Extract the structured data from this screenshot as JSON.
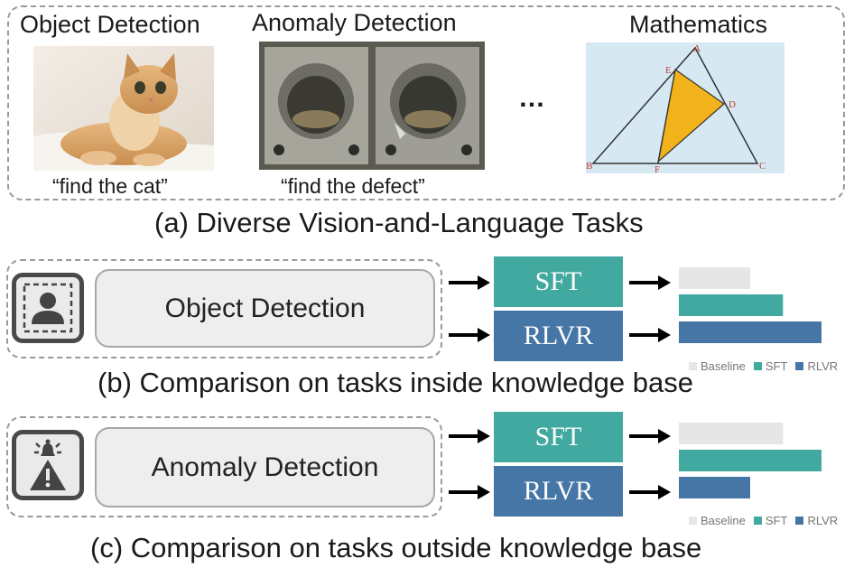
{
  "top_panel": {
    "tasks": [
      {
        "title": "Object Detection",
        "prompt": "“find the cat”"
      },
      {
        "title": "Anomaly Detection",
        "prompt": "“find the defect”"
      },
      {
        "title": "Mathematics",
        "prompt": ""
      }
    ],
    "ellipsis": "…",
    "triangle_labels": {
      "a": "A",
      "b": "B",
      "c": "C",
      "d": "D",
      "e": "E",
      "f": "F"
    },
    "caption": "(a) Diverse Vision-and-Language Tasks"
  },
  "comparison_b": {
    "task_label": "Object Detection",
    "icon": "person-frame-icon",
    "sft_label": "SFT",
    "rlvr_label": "RLVR",
    "caption": "(b) Comparison on tasks inside knowledge base"
  },
  "comparison_c": {
    "task_label": "Anomaly Detection",
    "icon": "alarm-warning-icon",
    "sft_label": "SFT",
    "rlvr_label": "RLVR",
    "caption": "(c) Comparison on tasks outside knowledge base"
  },
  "legend": {
    "baseline": "Baseline",
    "sft": "SFT",
    "rlvr": "RLVR"
  },
  "colors": {
    "baseline": "#e6e6e6",
    "sft": "#41a9a0",
    "rlvr": "#4676a6"
  },
  "chart_data": [
    {
      "type": "bar",
      "orientation": "horizontal",
      "categories": [
        "Baseline",
        "SFT",
        "RLVR"
      ],
      "values": [
        0.5,
        0.73,
        1.0
      ],
      "legend_position": "bottom"
    },
    {
      "type": "bar",
      "orientation": "horizontal",
      "categories": [
        "Baseline",
        "SFT",
        "RLVR"
      ],
      "values": [
        0.73,
        1.0,
        0.5
      ],
      "legend_position": "bottom"
    }
  ]
}
